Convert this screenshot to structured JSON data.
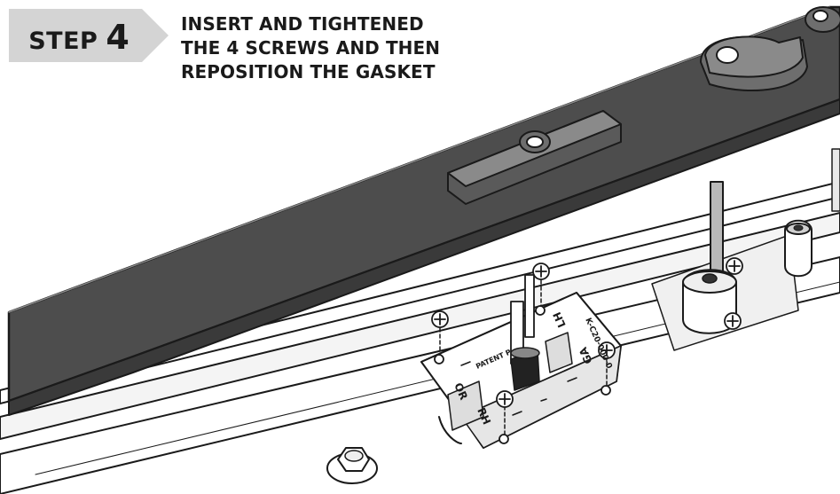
{
  "step": {
    "label": "STEP",
    "number": "4"
  },
  "instruction": {
    "lines": [
      "INSERT AND TIGHTENED",
      "THE 4 SCREWS AND THEN",
      "REPOSITION THE GASKET"
    ]
  },
  "plate_labels": {
    "patent": "PATENT P",
    "or": "OR",
    "rh": "RH",
    "lh": "LH",
    "ga": "GA",
    "code": "K-C20-000-0"
  },
  "colors": {
    "badge_gray": "#d4d4d4",
    "gasket_dark": "#4d4d4d",
    "outline": "#1a1a1a"
  }
}
